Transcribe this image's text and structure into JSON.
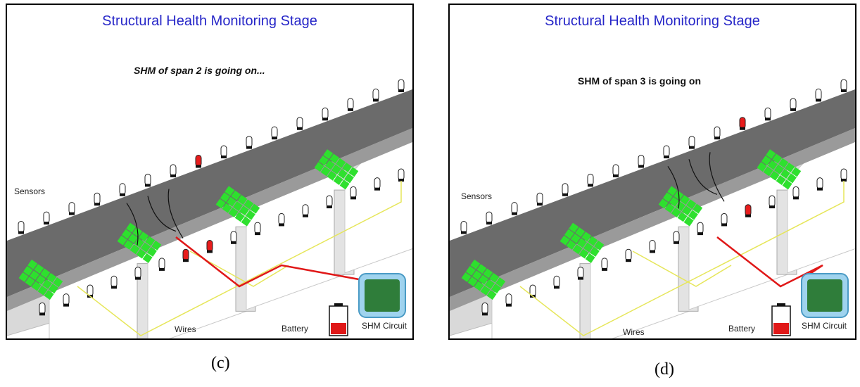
{
  "colors": {
    "title": "#2626c8",
    "deck": "#6b6b6b",
    "sensor_active": "#e81c1c",
    "sensor_idle": "#ffffff",
    "panel_green": "#2ee02e",
    "wire_idle": "#e6e65a",
    "wire_active": "#e01818"
  },
  "panels": [
    {
      "title": "Structural Health Monitoring Stage",
      "status": "SHM of span 2 is going on...",
      "active_span": 2,
      "labels": {
        "sensors": "Sensors",
        "wires": "Wires",
        "battery": "Battery",
        "circuit": "SHM Circuit"
      },
      "caption": "(c)"
    },
    {
      "title": "Structural Health Monitoring Stage",
      "status": "SHM of span 3 is going on",
      "active_span": 3,
      "labels": {
        "sensors": "Sensors",
        "wires": "Wires",
        "battery": "Battery",
        "circuit": "SHM Circuit"
      },
      "caption": "(d)"
    }
  ]
}
